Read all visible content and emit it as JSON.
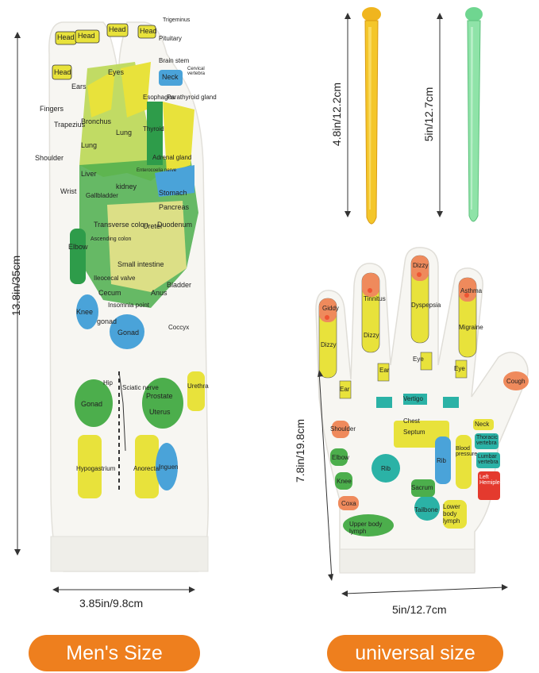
{
  "sock": {
    "height_label": "13.8in/35cm",
    "width_label": "3.85in/9.8cm",
    "zones": [
      "Head",
      "Head",
      "Head",
      "Head",
      "Head",
      "Trigeminus",
      "Pituitary",
      "Brain stem",
      "Neck",
      "Cervical vertebra",
      "Eyes",
      "Ears",
      "Fingers",
      "Trapezius",
      "Bronchus",
      "Lung",
      "Lung",
      "Esophagus",
      "Thyroid",
      "Parathyroid gland",
      "Shoulder",
      "Liver",
      "Adrenal gland",
      "Enterocoelia nerve",
      "Wrist",
      "Gallbladder",
      "kidney",
      "Stomach",
      "Pancreas",
      "Transverse colon",
      "Ureter",
      "Duodenum",
      "Ascending colon",
      "Elbow",
      "Ileocecal valve",
      "Small intestine",
      "Cecum",
      "Anus",
      "Bladder",
      "Knee",
      "Insomnia point",
      "gonad",
      "Gonad",
      "Coccyx",
      "Hip",
      "Sciatic nerve",
      "Gonad",
      "Prostate",
      "Uterus",
      "Urethra",
      "Hypogastrium",
      "Anorectal",
      "Inguen"
    ],
    "size_label": "Men's Size"
  },
  "sticks": {
    "yellow_label": "4.8in/12.2cm",
    "green_label": "5in/12.7cm"
  },
  "glove": {
    "height_label": "7.8in/19.8cm",
    "width_label": "5in/12.7cm",
    "zones": [
      "Giddy",
      "Dizzy",
      "Tinnitus",
      "Dizzy",
      "Dizzy",
      "Dyspepsia",
      "Eye",
      "Asthma",
      "Eye",
      "Migraine",
      "Ear",
      "Ear",
      "Vertigo",
      "Chest",
      "Septum",
      "Shoulder",
      "Elbow",
      "Knee",
      "Coxa",
      "Rib",
      "Rib",
      "Sacrum",
      "Tailbone",
      "Blood pressure",
      "Lower body lymph",
      "Upper body lymph",
      "Cough",
      "Neck",
      "Thoracic vertebra",
      "Lumbar vertebra",
      "Left Hemiplegia"
    ],
    "size_label": "universal size"
  }
}
